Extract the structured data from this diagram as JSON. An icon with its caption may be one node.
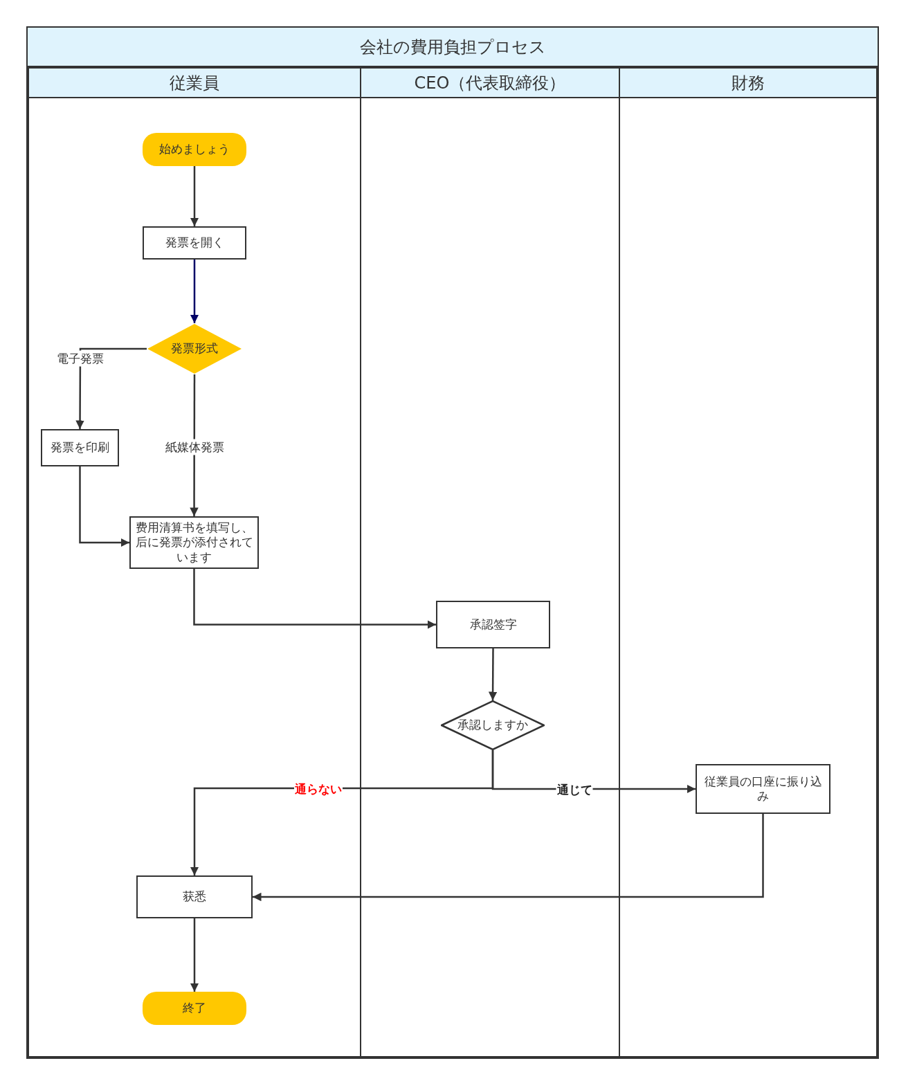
{
  "diagram": {
    "nodes": [
      {
        "text": [
          "会社の費用負担プロセス"
        ]
      },
      {
        "text": [
          "従業員"
        ],
        "in": 0
      },
      {
        "text": [
          "CEO（代表取締役）"
        ],
        "in": 0
      },
      {
        "text": [
          "財務"
        ],
        "in": 0
      },
      {
        "text": [
          "始めましょう"
        ],
        "in": 1
      },
      {
        "text": [
          "発票を開く"
        ],
        "in": 1
      },
      {
        "text": [
          "発票形式"
        ],
        "in": 1
      },
      {
        "text": [
          "発票を印刷"
        ],
        "in": 1
      },
      {
        "text": [
          "费用清算书を填写し、后に発票が添付されています"
        ],
        "in": 1
      },
      {
        "text": [
          "承認签字"
        ],
        "in": 2
      },
      {
        "text": [
          "承認しますか"
        ],
        "in": 2
      },
      {
        "text": [
          "従業員の口座に振り込み"
        ],
        "in": 3
      },
      {
        "text": [
          "获悉"
        ],
        "in": 1
      },
      {
        "text": [
          "終了"
        ],
        "in": 1
      }
    ],
    "edges": [
      {
        "from": 4,
        "to": 5,
        "arrow": "to"
      },
      {
        "from": 5,
        "to": 6,
        "arrow": "to",
        "color": "#000066"
      },
      {
        "from": 6,
        "to": 7,
        "arrow": "to",
        "label": "電子発票"
      },
      {
        "from": 6,
        "to": 8,
        "arrow": "to",
        "label": "紙媒体発票"
      },
      {
        "from": 7,
        "to": 8,
        "arrow": "to"
      },
      {
        "from": 8,
        "to": 9,
        "arrow": "to"
      },
      {
        "from": 9,
        "to": 10,
        "arrow": "to"
      },
      {
        "from": 10,
        "to": 12,
        "arrow": "to",
        "label": "通らない"
      },
      {
        "from": 10,
        "to": 11,
        "arrow": "to",
        "label": "通じて"
      },
      {
        "from": 11,
        "to": 12,
        "arrow": "to"
      },
      {
        "from": 12,
        "to": 13,
        "arrow": "to"
      }
    ]
  }
}
